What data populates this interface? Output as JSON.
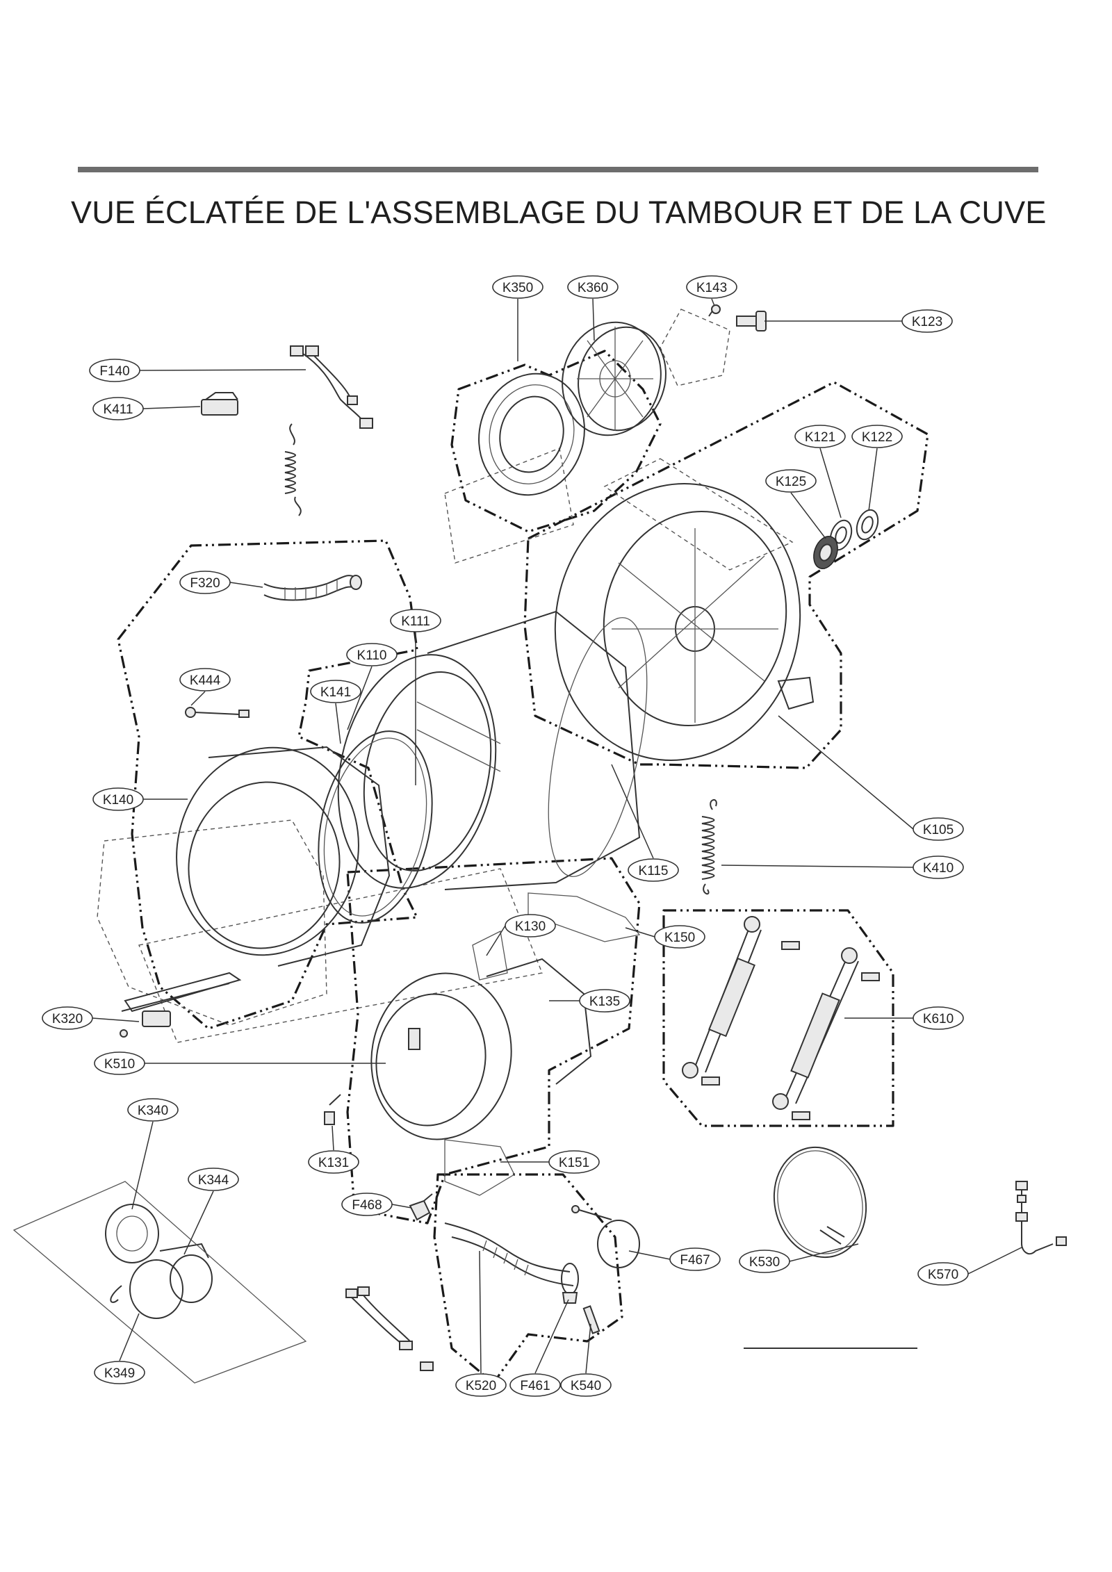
{
  "title": "VUE ÉCLATÉE DE L'ASSEMBLAGE DU TAMBOUR ET DE LA CUVE",
  "callouts": [
    {
      "label": "K350"
    },
    {
      "label": "K360"
    },
    {
      "label": "K143"
    },
    {
      "label": "K123"
    },
    {
      "label": "F140"
    },
    {
      "label": "K411"
    },
    {
      "label": "K121"
    },
    {
      "label": "K122"
    },
    {
      "label": "K125"
    },
    {
      "label": "F320"
    },
    {
      "label": "K111"
    },
    {
      "label": "K110"
    },
    {
      "label": "K444"
    },
    {
      "label": "K141"
    },
    {
      "label": "K140"
    },
    {
      "label": "K105"
    },
    {
      "label": "K410"
    },
    {
      "label": "K115"
    },
    {
      "label": "K130"
    },
    {
      "label": "K150"
    },
    {
      "label": "K135"
    },
    {
      "label": "K320"
    },
    {
      "label": "K610"
    },
    {
      "label": "K510"
    },
    {
      "label": "K340"
    },
    {
      "label": "K131"
    },
    {
      "label": "K151"
    },
    {
      "label": "K344"
    },
    {
      "label": "F468"
    },
    {
      "label": "F467"
    },
    {
      "label": "K530"
    },
    {
      "label": "K570"
    },
    {
      "label": "K349"
    },
    {
      "label": "K520"
    },
    {
      "label": "F461"
    },
    {
      "label": "K540"
    }
  ]
}
